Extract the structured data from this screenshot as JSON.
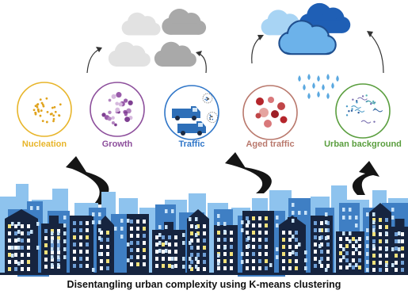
{
  "categories": [
    {
      "id": "nucleation",
      "label": "Nucleation",
      "color": "#e8b52a"
    },
    {
      "id": "growth",
      "label": "Growth",
      "color": "#8d4f9c"
    },
    {
      "id": "traffic",
      "label": "Traffic",
      "color": "#2f76c8"
    },
    {
      "id": "aged",
      "label": "Aged traffic",
      "color": "#b9786c"
    },
    {
      "id": "urban",
      "label": "Urban background",
      "color": "#5a9e3e"
    }
  ],
  "caption": "Disentangling urban complexity using K-means clustering",
  "colors": {
    "navy": "#16243f",
    "blue_mid": "#3f7fc4",
    "blue_light": "#8ec3ee",
    "cloud_grey_light": "#e2e2e2",
    "cloud_grey_dark": "#a9a9a9",
    "rain": "#5aa8e0",
    "window_lit": "#f3e27a"
  },
  "icons": [
    "cloud-icon",
    "rain-cloud-icon",
    "delivery-van-icon",
    "virus-icon",
    "curved-arrow-icon",
    "city-skyline"
  ]
}
